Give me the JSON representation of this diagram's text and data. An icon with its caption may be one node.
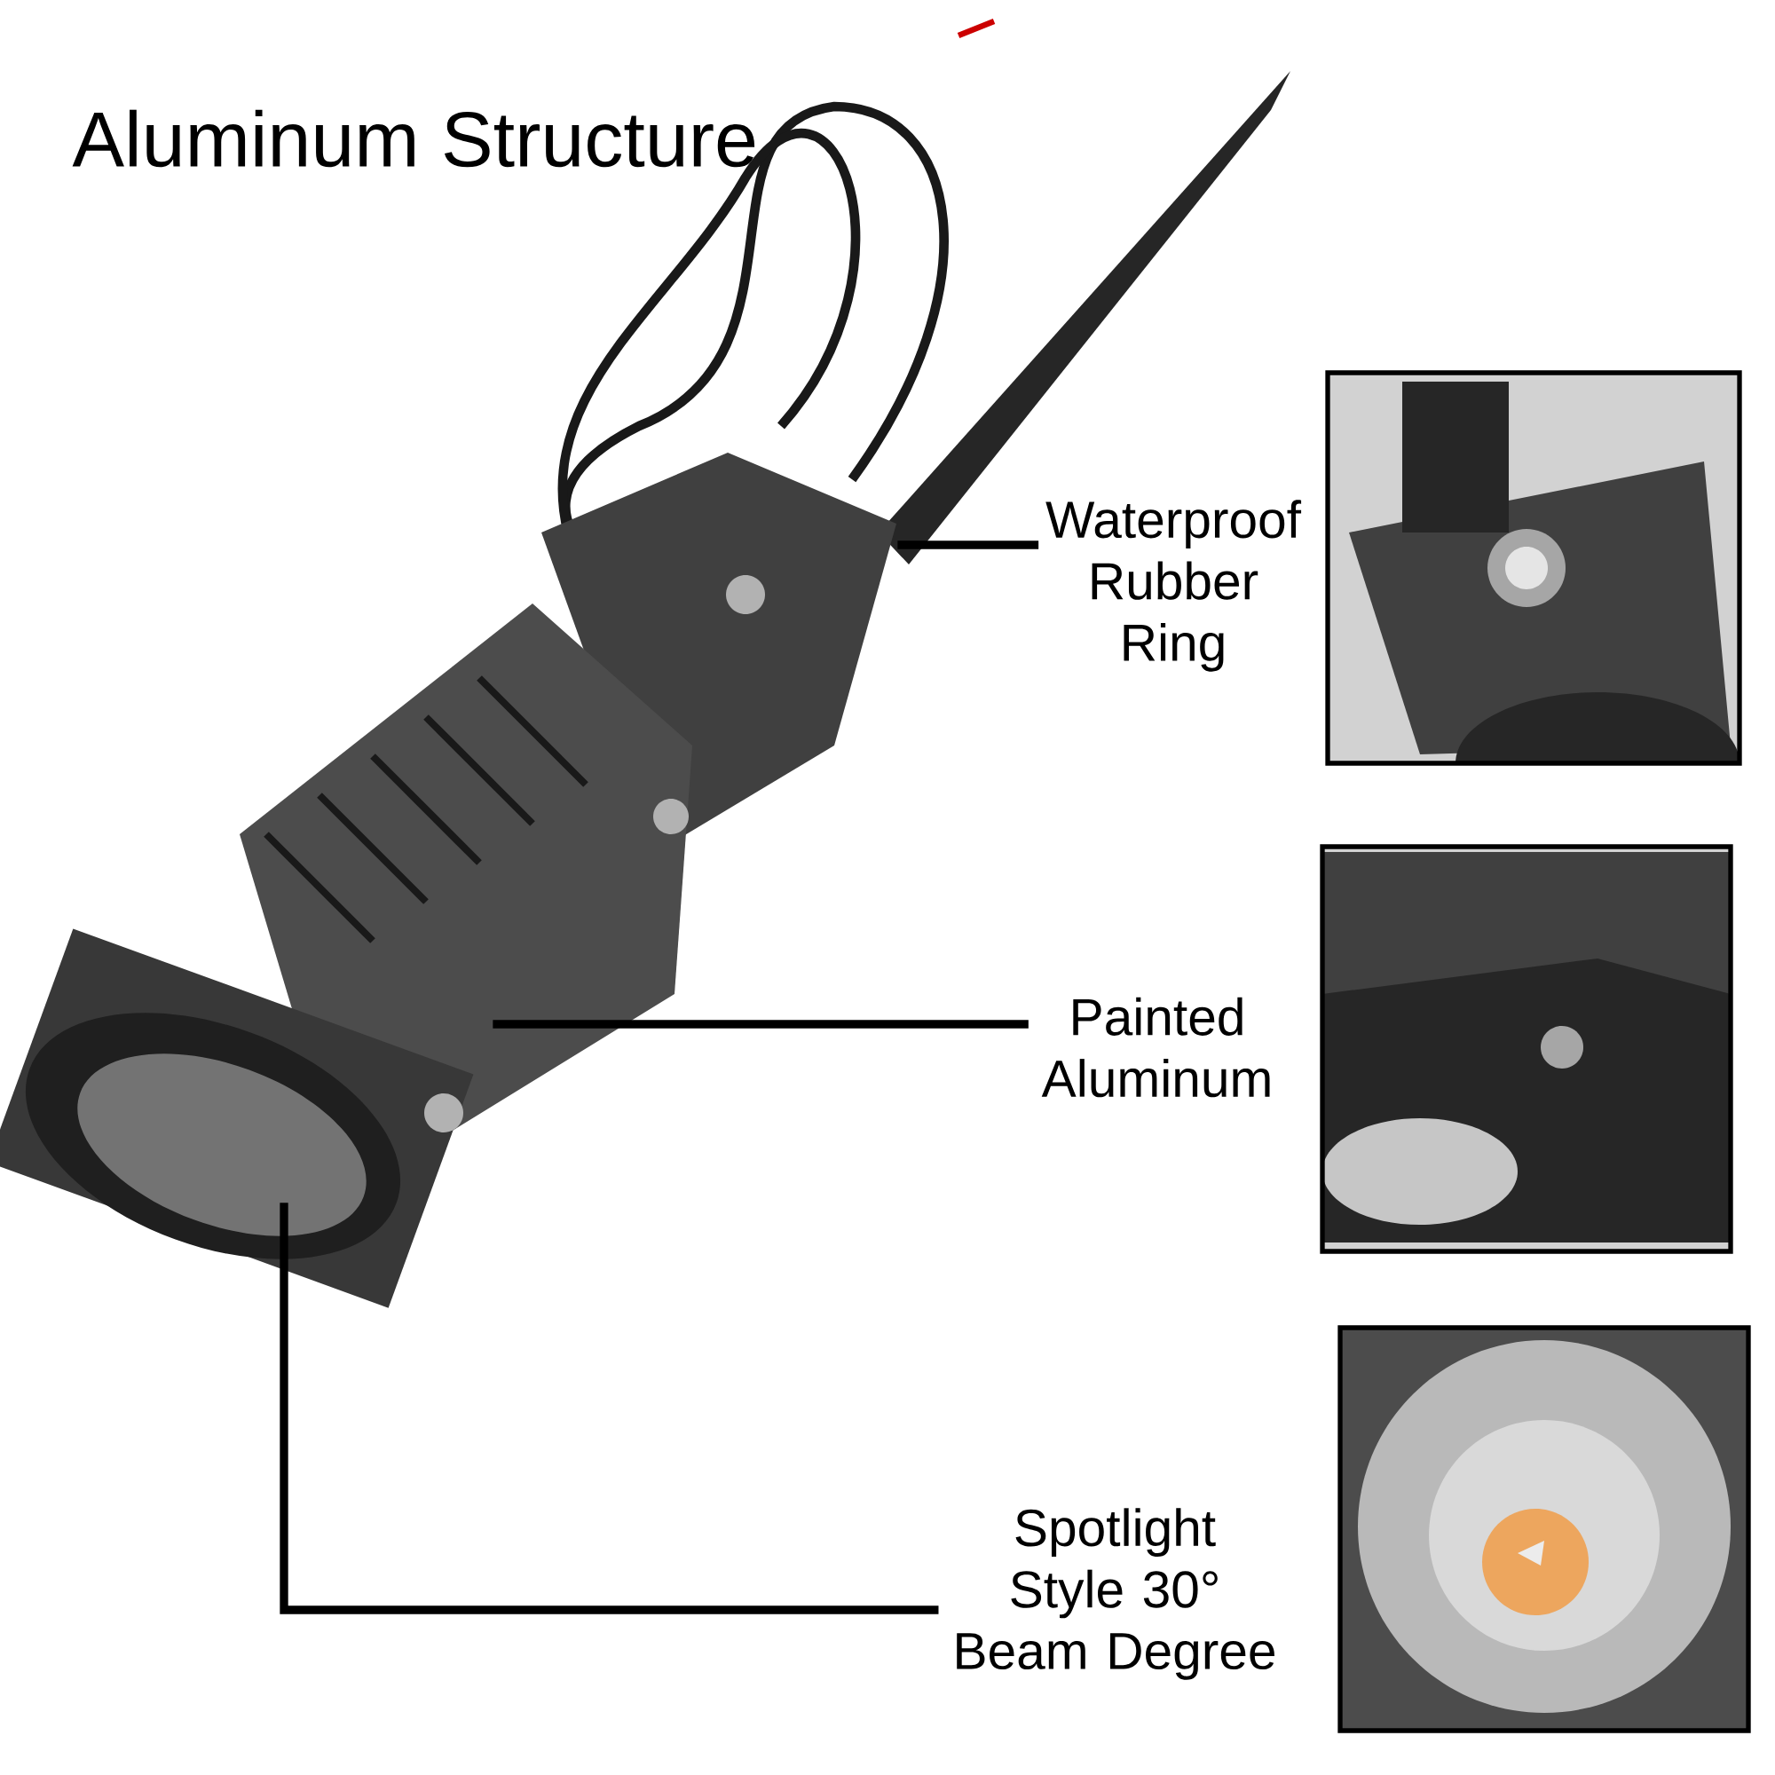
{
  "diagram": {
    "title": "Aluminum Structure",
    "nodes": [
      {
        "text": [
          "Waterproof Rubber Ring"
        ]
      },
      {
        "text": [
          "Painted Aluminum"
        ]
      },
      {
        "text": [
          "Spotlight Style 30° Beam Degree"
        ]
      }
    ],
    "edges": [
      {
        "from": 0,
        "to": null,
        "arrow": "none"
      },
      {
        "from": 1,
        "to": null,
        "arrow": "none"
      },
      {
        "from": 2,
        "to": null,
        "arrow": "none"
      }
    ]
  }
}
